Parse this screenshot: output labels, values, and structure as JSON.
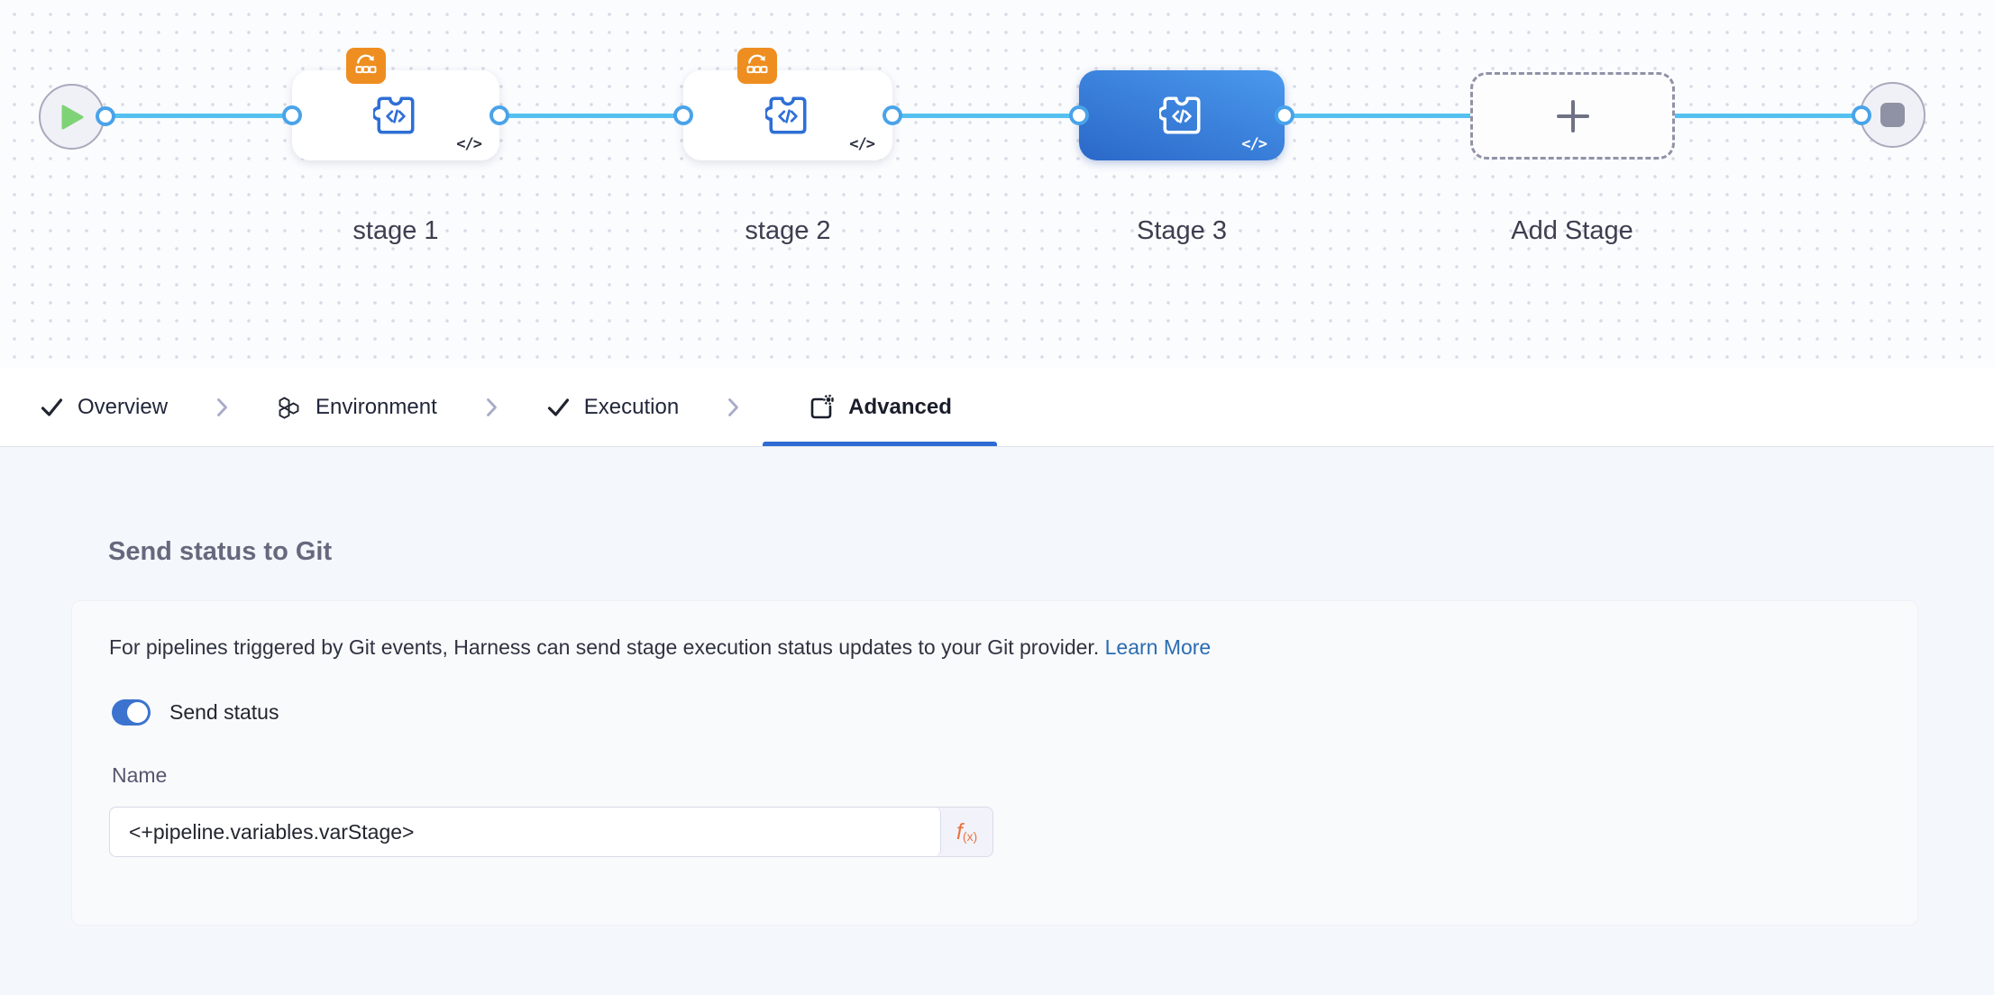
{
  "canvas": {
    "stages": [
      {
        "label": "stage 1",
        "type": "custom",
        "selected": false,
        "badge": true
      },
      {
        "label": "stage 2",
        "type": "custom",
        "selected": false,
        "badge": true
      },
      {
        "label": "Stage 3",
        "type": "custom",
        "selected": true,
        "badge": false
      },
      {
        "label": "Add Stage",
        "type": "add-button"
      }
    ],
    "code_glyph": "</>"
  },
  "tabs": [
    {
      "label": "Overview",
      "icon": "check-icon",
      "active": false
    },
    {
      "label": "Environment",
      "icon": "environment-icon",
      "active": false
    },
    {
      "label": "Execution",
      "icon": "check-icon",
      "active": false
    },
    {
      "label": "Advanced",
      "icon": "advanced-gear-icon",
      "active": true
    }
  ],
  "advanced_panel": {
    "heading": "Send status to Git",
    "description": "For pipelines triggered by Git events, Harness can send stage execution status updates to your Git provider.",
    "link_label": "Learn More",
    "toggle_label": "Send status",
    "toggle_on": true,
    "name_label": "Name",
    "name_value": "<+pipeline.variables.varStage>",
    "fx_f": "f",
    "fx_sub": "(x)"
  },
  "colors": {
    "connector_blue": "#55C1F1",
    "port_ring_blue": "#49A3EA",
    "selected_stage_gradient_top": "#4A99EE",
    "selected_stage_gradient_bottom": "#2B68C8",
    "stage_icon_blue": "#2E6FD6",
    "badge_orange": "#EE8E20",
    "tab_underline_blue": "#2E6BD3",
    "link_blue": "#2B6CB0",
    "toggle_blue": "#3B73CF",
    "fx_orange": "#EC7340",
    "play_green": "#7FD377"
  }
}
